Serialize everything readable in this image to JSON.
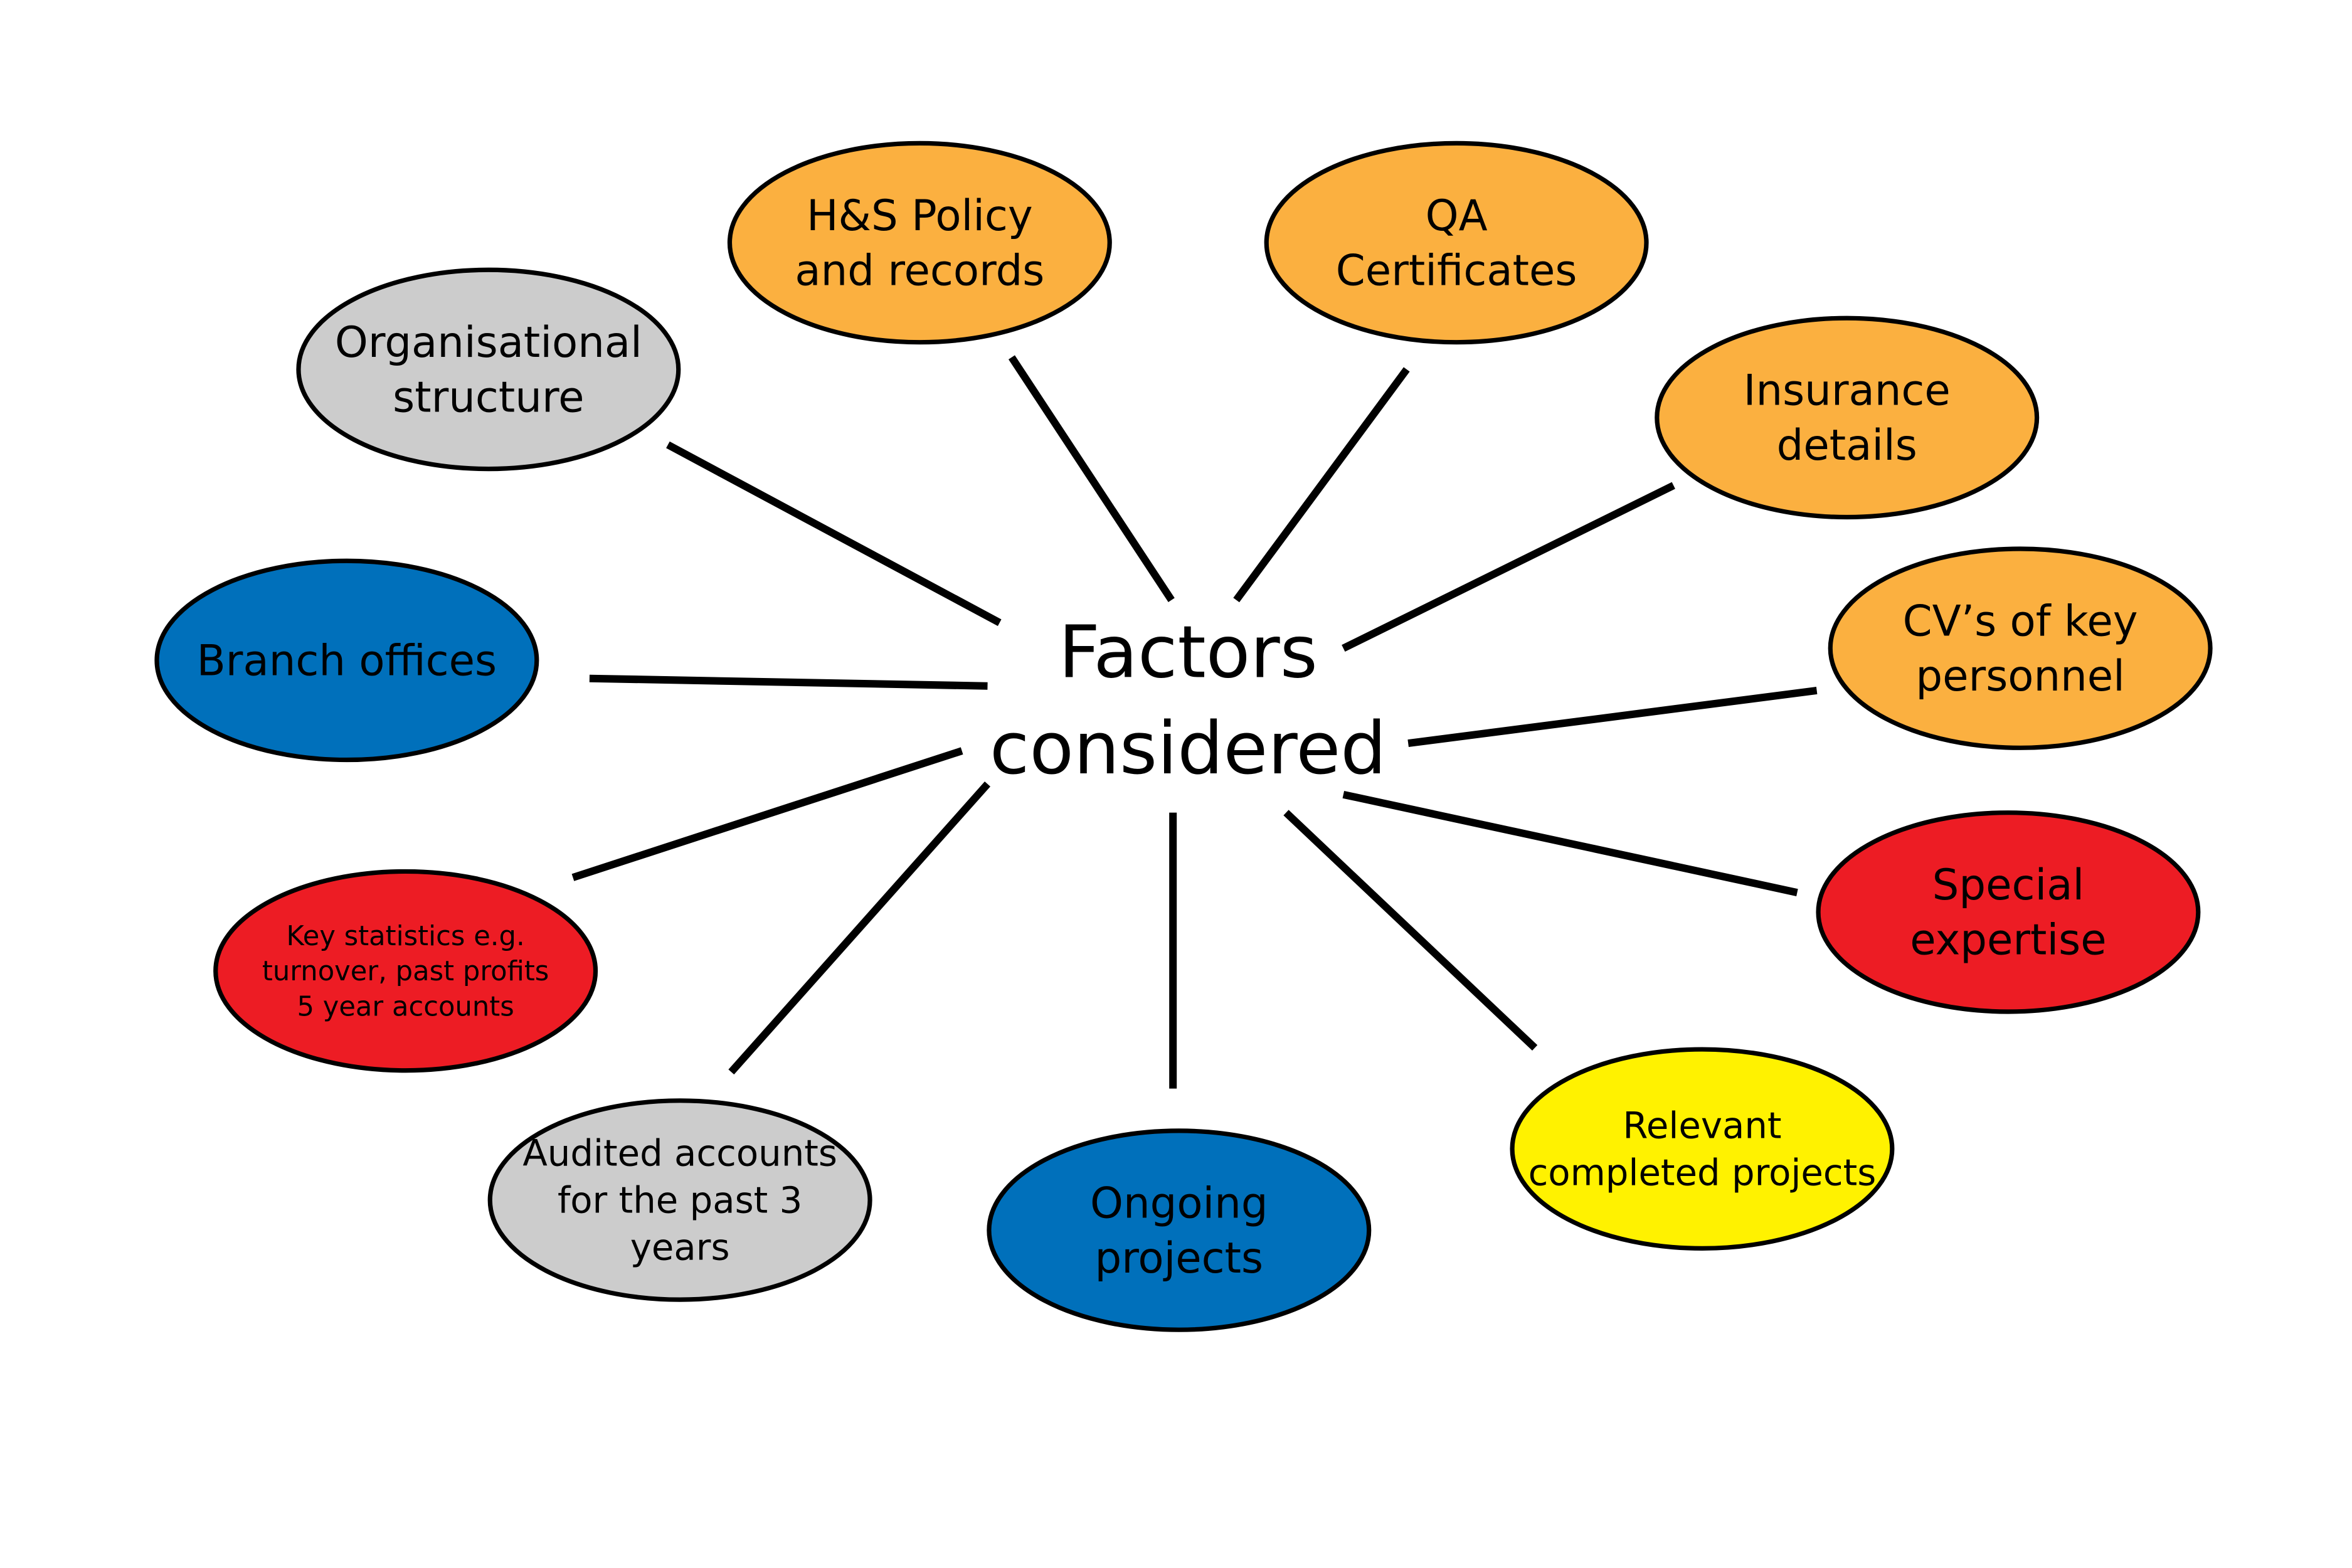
{
  "title": [
    "Factors",
    "considered"
  ],
  "colors": {
    "gray": "#cccccc",
    "orange": "#fbb040",
    "red": "#ed1c24",
    "blue": "#0070bb",
    "yellow": "#fff200"
  },
  "nodes": [
    {
      "id": "organisational-structure",
      "lines": [
        "Organisational",
        "structure"
      ],
      "color": "gray"
    },
    {
      "id": "hs-policy",
      "lines": [
        "H&S Policy",
        "and records"
      ],
      "color": "orange"
    },
    {
      "id": "qa-certificates",
      "lines": [
        "QA",
        "Certificates"
      ],
      "color": "orange"
    },
    {
      "id": "insurance-details",
      "lines": [
        "Insurance",
        "details"
      ],
      "color": "orange"
    },
    {
      "id": "cvs-key-personnel",
      "lines": [
        "CV’s of key",
        "personnel"
      ],
      "color": "orange"
    },
    {
      "id": "special-expertise",
      "lines": [
        "Special",
        "expertise"
      ],
      "color": "red"
    },
    {
      "id": "relevant-completed-projects",
      "lines": [
        "Relevant",
        "completed projects"
      ],
      "color": "yellow"
    },
    {
      "id": "ongoing-projects",
      "lines": [
        "Ongoing",
        "projects"
      ],
      "color": "blue"
    },
    {
      "id": "audited-accounts",
      "lines": [
        "Audited accounts",
        "for the past 3",
        "years"
      ],
      "color": "gray"
    },
    {
      "id": "key-statistics",
      "lines": [
        "Key statistics e.g.",
        "turnover, past profits",
        "5 year accounts"
      ],
      "color": "red"
    },
    {
      "id": "branch-offices",
      "lines": [
        "Branch offices"
      ],
      "color": "blue"
    }
  ]
}
